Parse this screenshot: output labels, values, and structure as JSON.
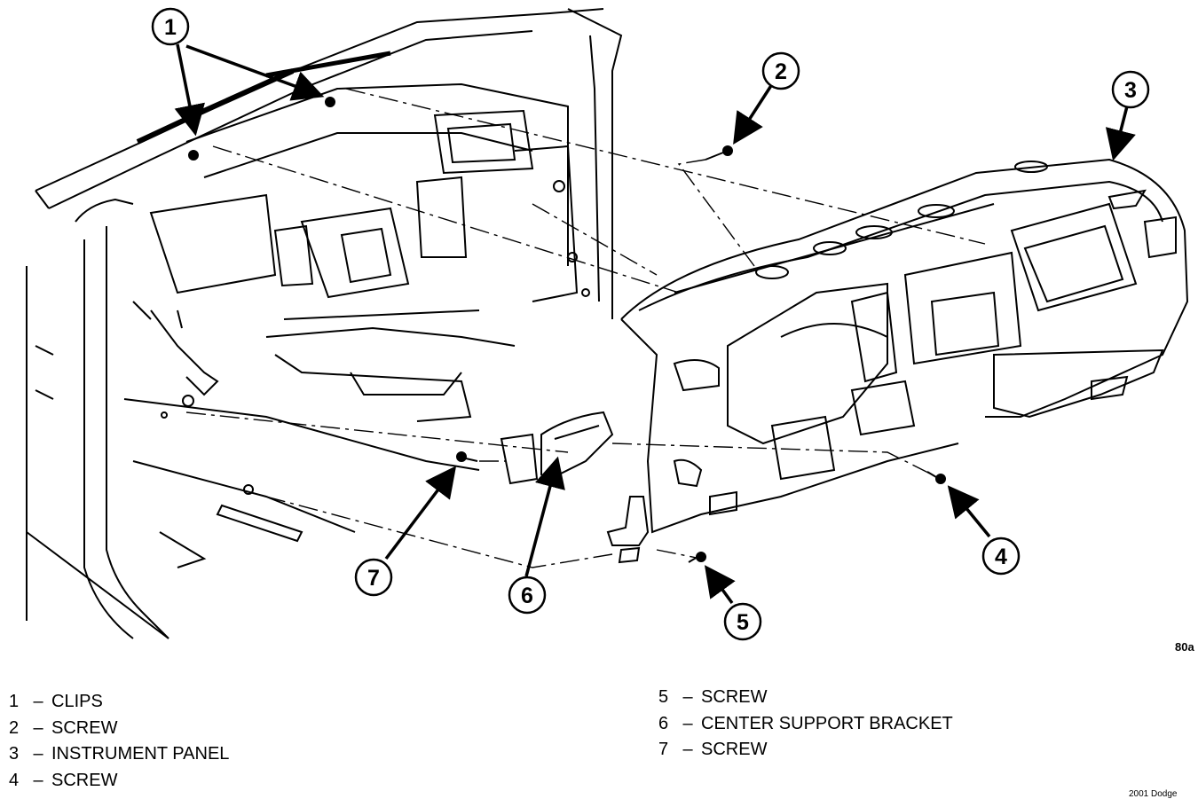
{
  "figure": {
    "id_label": "80a",
    "credit": "2001 Dodge",
    "callouts": [
      "1",
      "2",
      "3",
      "4",
      "5",
      "6",
      "7"
    ]
  },
  "legend": [
    {
      "num": "1",
      "dash": "–",
      "text": "CLIPS"
    },
    {
      "num": "2",
      "dash": "–",
      "text": "SCREW"
    },
    {
      "num": "3",
      "dash": "–",
      "text": "INSTRUMENT PANEL"
    },
    {
      "num": "4",
      "dash": "–",
      "text": "SCREW"
    },
    {
      "num": "5",
      "dash": "–",
      "text": "SCREW"
    },
    {
      "num": "6",
      "dash": "–",
      "text": "CENTER SUPPORT BRACKET"
    },
    {
      "num": "7",
      "dash": "–",
      "text": "SCREW"
    }
  ]
}
